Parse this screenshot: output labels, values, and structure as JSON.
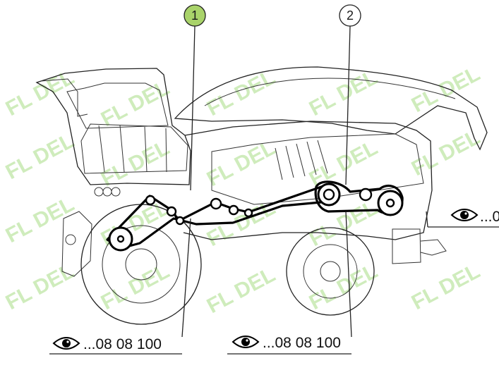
{
  "callouts": [
    {
      "number": "1",
      "color": "#a9d36a"
    },
    {
      "number": "2",
      "color": "#ffffff"
    }
  ],
  "references": [
    {
      "text": "...08 08 100"
    },
    {
      "text": "...08 08 100"
    },
    {
      "text": "...0"
    }
  ],
  "watermark": {
    "text": "FL DEL",
    "color": "#bfe6a6"
  }
}
